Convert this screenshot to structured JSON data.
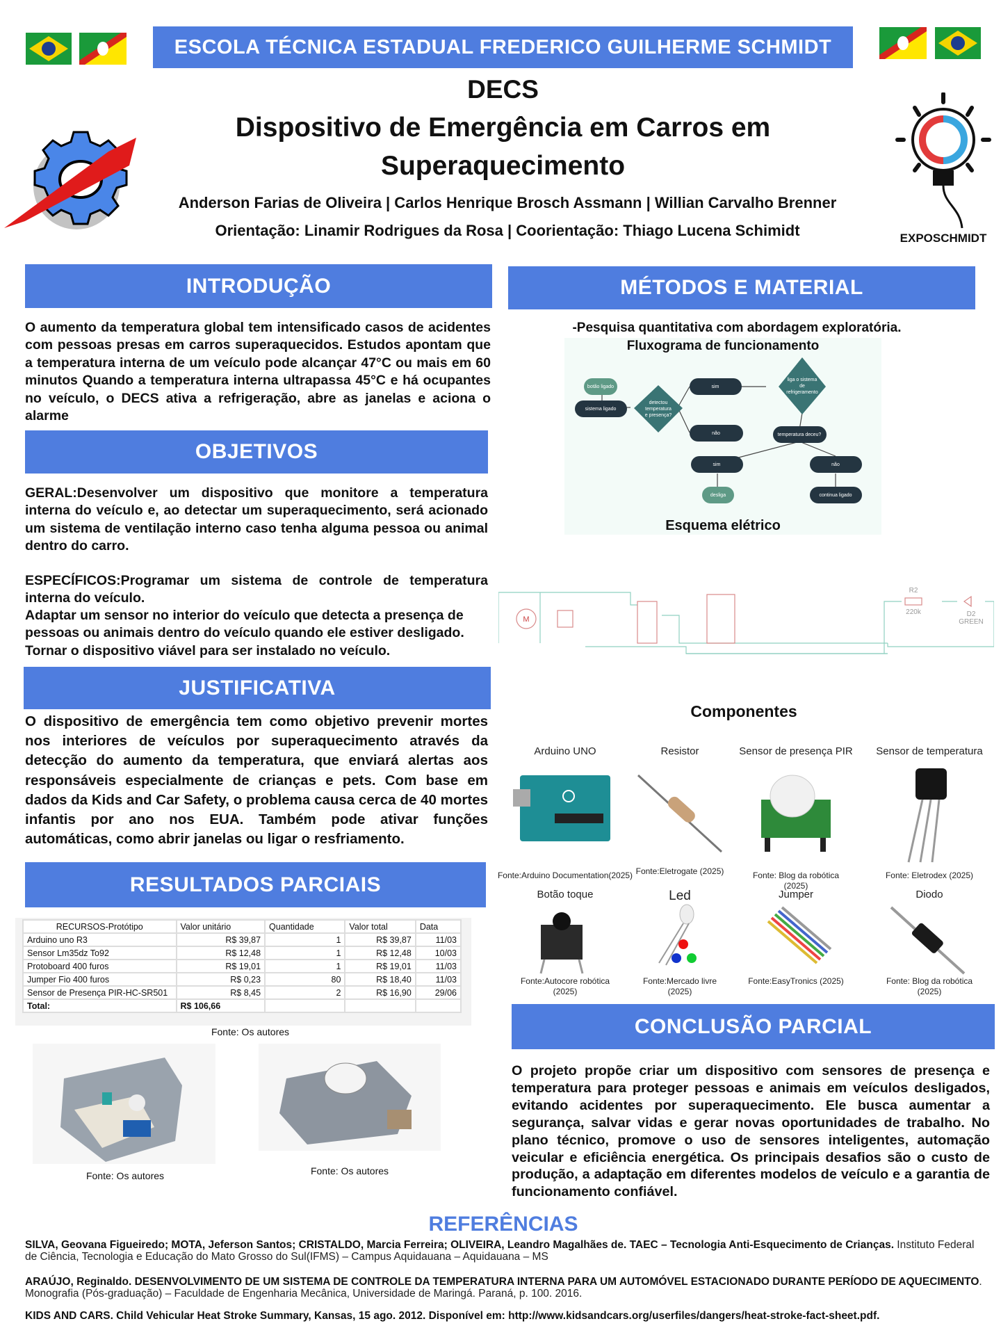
{
  "header": {
    "school": "ESCOLA TÉCNICA ESTADUAL FREDERICO GUILHERME SCHMIDT",
    "acronym": "DECS",
    "title_line1": "Dispositivo de Emergência em Carros em",
    "title_line2": "Superaquecimento",
    "authors": "Anderson Farias de Oliveira | Carlos Henrique Brosch Assmann | Willian Carvalho Brenner",
    "advisors": "Orientação: Linamir Rodrigues da Rosa | Coorientação: Thiago Lucena Schimidt",
    "expo_logo_text": "EXPOSCHMIDT"
  },
  "colors": {
    "accent": "#4f7ddf",
    "flow_dark": "#243541",
    "flow_teal": "#3a7474",
    "flow_green": "#5e9a86"
  },
  "introducao": {
    "title": "INTRODUÇÃO",
    "text": "O aumento da temperatura global tem intensificado casos de acidentes com pessoas presas em carros superaquecidos. Estudos apontam que a temperatura interna de um veículo pode alcançar 47°C ou mais em 60 minutos Quando a temperatura interna ultrapassa 45°C e há ocupantes no veículo, o DECS ativa a refrigeração, abre as janelas e aciona o alarme"
  },
  "objetivos": {
    "title": "OBJETIVOS",
    "geral": "GERAL:Desenvolver um dispositivo que monitore a temperatura interna do veículo e, ao detectar um superaquecimento, será acionado um sistema de ventilação interno caso tenha alguma pessoa ou animal dentro do carro.",
    "especificos": "ESPECÍFICOS:Programar um sistema de controle de temperatura interna do veículo.",
    "item2": "Adaptar um sensor no interior do veículo que detecta a presença de pessoas ou animais dentro do veículo quando ele estiver desligado.",
    "item3": "Tornar o dispositivo viável para ser instalado no veículo."
  },
  "justificativa": {
    "title": "JUSTIFICATIVA",
    "text": "O dispositivo de emergência tem como objetivo prevenir mortes nos interiores de veículos por superaquecimento através da detecção do aumento da temperatura, que enviará alertas aos responsáveis especialmente de crianças e pets. Com base em dados da Kids and Car Safety, o problema causa cerca de 40 mortes infantis por ano nos EUA. Também pode ativar funções automáticas, como abrir janelas ou ligar o resfriamento."
  },
  "resultados": {
    "title": "RESULTADOS PARCIAIS",
    "table": {
      "headers": [
        "RECURSOS-Protótipo",
        "Valor unitário",
        "Quantidade",
        "Valor total",
        "Data"
      ],
      "rows": [
        [
          "Arduino uno R3",
          "R$ 39,87",
          "1",
          "R$ 39,87",
          "11/03"
        ],
        [
          "Sensor Lm35dz To92",
          "R$ 12,48",
          "1",
          "R$ 12,48",
          "10/03"
        ],
        [
          "Protoboard 400 furos",
          "R$ 19,01",
          "1",
          "R$ 19,01",
          "11/03"
        ],
        [
          "Jumper Fio 400 furos",
          "R$ 0,23",
          "80",
          "R$ 18,40",
          "11/03"
        ],
        [
          "Sensor de Presença PIR-HC-SR501",
          "R$ 8,45",
          "2",
          "R$ 16,90",
          "29/06"
        ]
      ],
      "total_label": "Total:",
      "total_value": "R$ 106,66"
    },
    "table_source": "Fonte: Os autores",
    "image1_source": "Fonte: Os autores",
    "image2_source": "Fonte: Os autores"
  },
  "metodos": {
    "title": "MÉTODOS E MATERIAL",
    "line1": "-Pesquisa quantitativa com abordagem exploratória.",
    "flow_title": "Fluxograma de funcionamento",
    "flow": {
      "botao": "botão ligado",
      "sistema": "sistema ligado",
      "detectou": [
        "detectou",
        "temperatura",
        "e presença?"
      ],
      "sim1": "sim",
      "nao1": "não",
      "liga": [
        "liga o sistema",
        "de",
        "refrigeramento"
      ],
      "temp": "temperatura deceu?",
      "sim2": "sim",
      "nao2": "não",
      "desliga": "desliga",
      "continua": "continua ligado"
    },
    "schematic_title": "Esquema elétrico",
    "schematic": {
      "r2": "R2",
      "r2v": "220k",
      "d2": "D2",
      "d2c": "GREEN",
      "m": "M"
    },
    "components_title": "Componentes",
    "components": [
      {
        "name": "Arduino UNO",
        "source": "Fonte:Arduino Documentation(2025)"
      },
      {
        "name": "Resistor",
        "source": "Fonte:Eletrogate (2025)"
      },
      {
        "name": "Sensor de presença PIR",
        "source": "Fonte: Blog da robótica (2025)"
      },
      {
        "name": "Sensor de temperatura",
        "source": "Fonte: Eletrodex (2025)"
      },
      {
        "name": "Botão toque",
        "source": "Fonte:Autocore robótica (2025)"
      },
      {
        "name": "Led",
        "source": "Fonte:Mercado livre (2025)"
      },
      {
        "name": "Jumper",
        "source": "Fonte:EasyTronics (2025)"
      },
      {
        "name": "Diodo",
        "source": "Fonte: Blog da robótica (2025)"
      }
    ]
  },
  "conclusao": {
    "title": "CONCLUSÃO PARCIAL",
    "text": "O projeto propõe criar um dispositivo com sensores de presença e temperatura para proteger pessoas e animais em veículos desligados, evitando acidentes por superaquecimento. Ele busca aumentar a segurança, salvar vidas e gerar novas oportunidades de trabalho. No plano técnico, promove o uso de sensores inteligentes, automação veicular e eficiência energética. Os principais desafios são o custo de produção, a adaptação em diferentes modelos de veículo e a garantia de funcionamento confiável."
  },
  "referencias": {
    "title": "REFERÊNCIAS",
    "items": [
      {
        "bold": "SILVA, Geovana Figueiredo; MOTA, Jeferson Santos; CRISTALDO, Marcia Ferreira; OLIVEIRA, Leandro Magalhães de. TAEC – Tecnologia Anti-Esquecimento de Crianças.",
        "rest": " Instituto Federal de Ciência, Tecnologia e Educação do Mato Grosso do Sul(IFMS) – Campus Aquidauana – Aquidauana – MS"
      },
      {
        "bold": "ARAÚJO, Reginaldo. DESENVOLVIMENTO DE UM SISTEMA DE CONTROLE DA TEMPERATURA INTERNA PARA UM AUTOMÓVEL ESTACIONADO DURANTE PERÍODO DE AQUECIMENTO",
        "rest": ". Monografia (Pós-graduação) – Faculdade de Engenharia Mecânica, Universidade de Maringá. Paraná, p. 100. 2016."
      },
      {
        "bold": "KIDS AND CARS. Child Vehicular Heat Stroke Summary, Kansas, 15 ago. 2012. Disponível em:   http://www.kidsandcars.org/userfiles/dangers/heat-stroke-fact-sheet.pdf.",
        "rest": ""
      }
    ]
  }
}
